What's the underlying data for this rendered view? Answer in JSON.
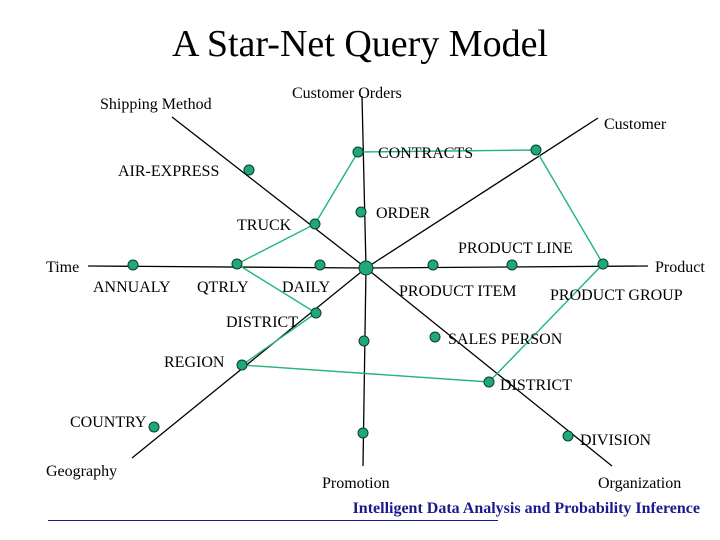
{
  "title": "A Star-Net Query Model",
  "footer": "Intelligent Data Analysis and Probability Inference",
  "colors": {
    "node_fill": "#1fa87a",
    "node_stroke": "#0b3d2c",
    "path": "#22b573",
    "axis": "#000000"
  },
  "dimensions": {
    "shipping_method": "Shipping Method",
    "customer_orders": "Customer Orders",
    "customer": "Customer",
    "time": "Time",
    "product": "Product",
    "geography": "Geography",
    "promotion": "Promotion",
    "organization": "Organization"
  },
  "levels": {
    "air_express": "AIR-EXPRESS",
    "truck": "TRUCK",
    "contracts": "CONTRACTS",
    "order": "ORDER",
    "annualy": "ANNUALY",
    "qtrly": "QTRLY",
    "daily": "DAILY",
    "product_line": "PRODUCT LINE",
    "product_item": "PRODUCT ITEM",
    "product_group": "PRODUCT GROUP",
    "district_geo": "DISTRICT",
    "region": "REGION",
    "country": "COUNTRY",
    "sales_person": "SALES PERSON",
    "district_org": "DISTRICT",
    "division": "DIVISION"
  }
}
